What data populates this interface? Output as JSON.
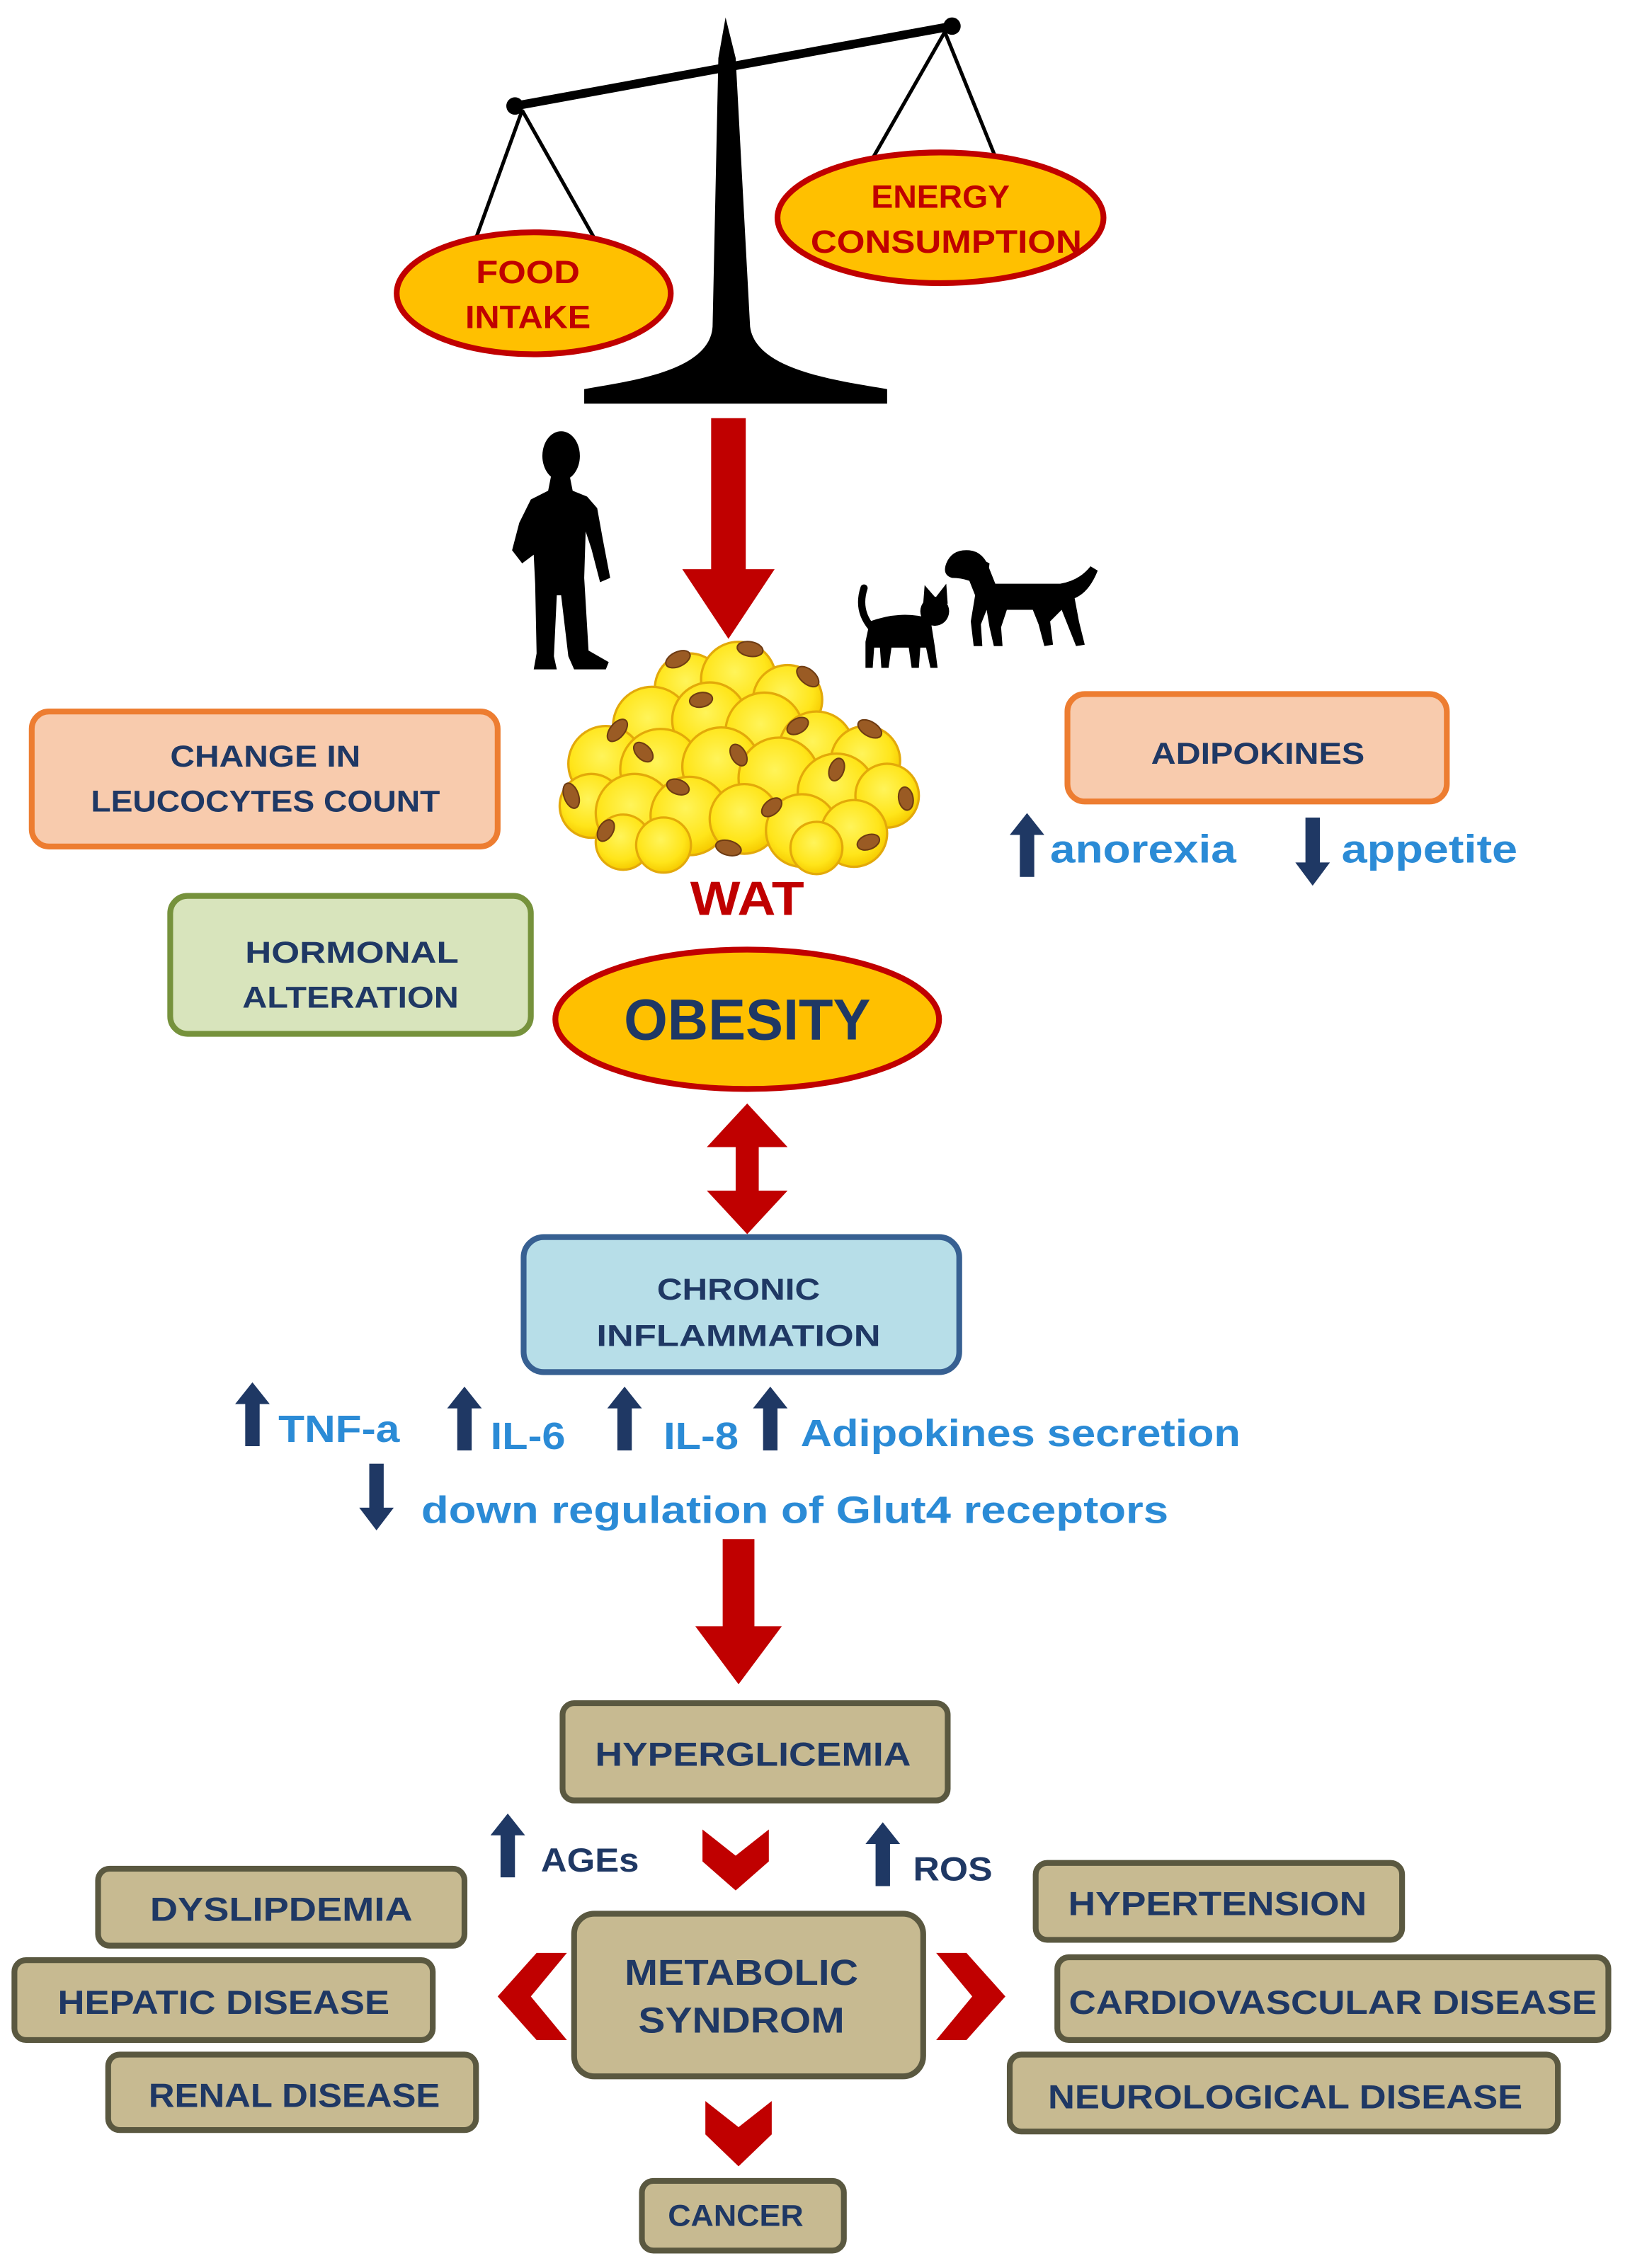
{
  "balance": {
    "food_intake": [
      "FOOD",
      "INTAKE"
    ],
    "energy_consumption": [
      "ENERGY",
      "CONSUMPTION"
    ]
  },
  "icons": {
    "balance": "balance-scale-icon",
    "human": "man-silhouette-icon",
    "cat": "cat-silhouette-icon",
    "dog": "dog-silhouette-icon",
    "fat_tissue": "adipocyte-cluster-icon"
  },
  "wat_label": "WAT",
  "leucocytes_box": [
    "CHANGE IN",
    "LEUCOCYTES COUNT"
  ],
  "hormonal_box": [
    "HORMONAL",
    "ALTERATION"
  ],
  "adipokines": {
    "label": "ADIPOKINES",
    "effects": [
      {
        "icon": "arrow-up-icon",
        "label": "anorexia"
      },
      {
        "icon": "arrow-down-icon",
        "label": "appetite"
      }
    ]
  },
  "obesity": "OBESITY",
  "inflammation": {
    "label": [
      "CHRONIC",
      "INFLAMMATION"
    ],
    "markers": [
      {
        "icon": "arrow-up-icon",
        "label": "TNF-a"
      },
      {
        "icon": "arrow-up-icon",
        "label": "IL-6"
      },
      {
        "icon": "arrow-up-icon",
        "label": "IL-8"
      },
      {
        "icon": "arrow-up-icon",
        "label": "Adipokines secretion"
      }
    ],
    "glut4": {
      "icon": "arrow-down-icon",
      "label": "down regulation of Glut4 receptors"
    }
  },
  "hyperglycemia": {
    "label": "HYPERGLICEMIA",
    "markers": [
      {
        "icon": "arrow-up-icon",
        "label": "AGEs"
      },
      {
        "icon": "arrow-up-icon",
        "label": "ROS"
      }
    ]
  },
  "metabolic_syndrome": [
    "METABOLIC",
    "SYNDROM"
  ],
  "left_outcomes": [
    "DYSLIPDEMIA",
    "HEPATIC DISEASE",
    "RENAL DISEASE"
  ],
  "right_outcomes": [
    "HYPERTENSION",
    "CARDIOVASCULAR DISEASE",
    "NEUROLOGICAL DISEASE"
  ],
  "cancer": "CANCER",
  "colors": {
    "accent_red": "#C00000",
    "navy": "#1F3864",
    "marker_blue": "#2B8BD6",
    "gold": "#FFC000",
    "orange_fill": "#F8CBAD",
    "orange_stroke": "#ED7D31",
    "green_fill": "#D8E4BC",
    "green_stroke": "#76923C",
    "blue_fill": "#B7DEE8",
    "blue_stroke": "#376092",
    "tan_fill": "#C7BA91",
    "tan_stroke": "#5A5840"
  }
}
